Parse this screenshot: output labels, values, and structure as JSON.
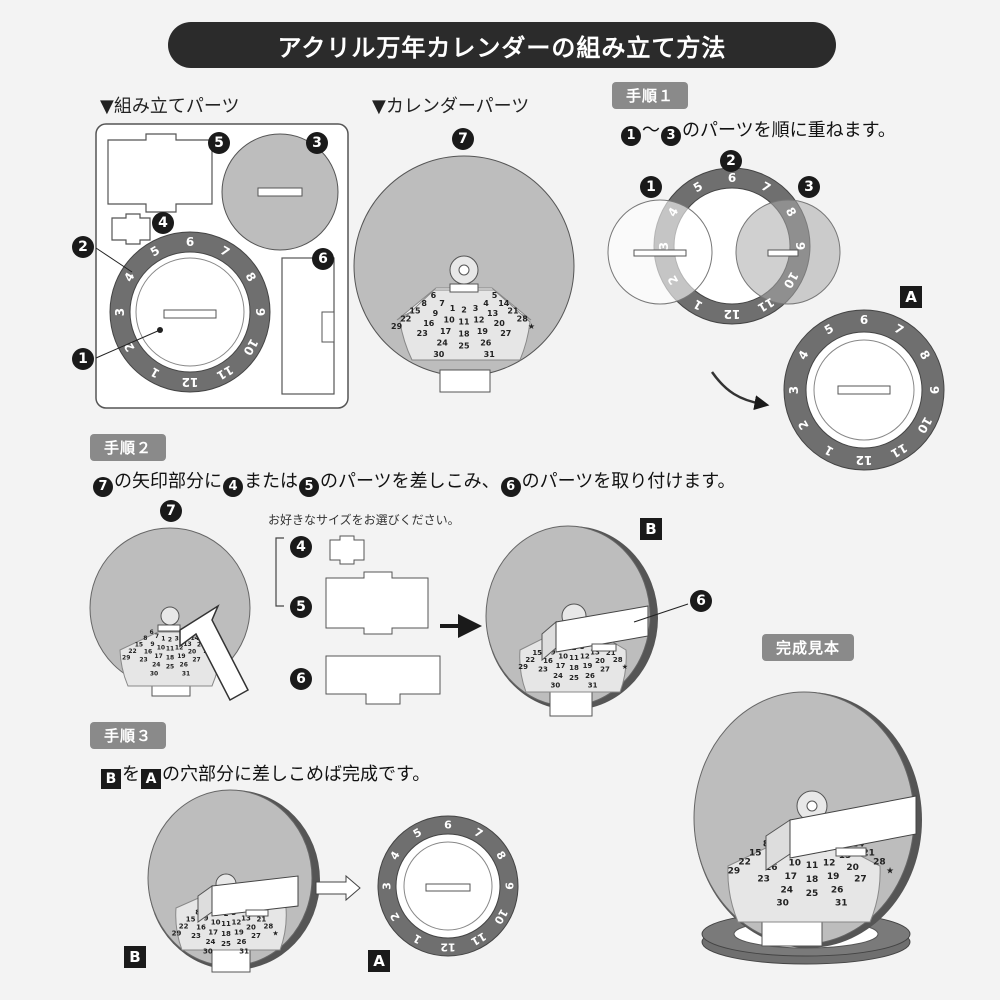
{
  "title": "アクリル万年カレンダーの組み立て方法",
  "sections": {
    "assembly_parts": "▼組み立てパーツ",
    "calendar_parts": "▼カレンダーパーツ"
  },
  "steps": {
    "step1": {
      "label": "手順１",
      "text_suffix": "のパーツを順に重ねます。",
      "range_sep": "〜"
    },
    "step2": {
      "label": "手順２",
      "t1": "の矢印部分に",
      "t2": "または",
      "t3": "のパーツを差しこみ、",
      "t4": "のパーツを取り付けます。",
      "note": "お好きなサイズをお選びください。"
    },
    "step3": {
      "label": "手順３",
      "t1": "を",
      "t2": "の穴部分に差しこめば完成です。"
    }
  },
  "completed_label": "完成見本",
  "markers": {
    "n1": "1",
    "n2": "2",
    "n3": "3",
    "n4": "4",
    "n5": "5",
    "n6": "6",
    "n7": "7",
    "A": "A",
    "B": "B"
  },
  "dial_numbers": [
    "1",
    "2",
    "3",
    "4",
    "5",
    "6",
    "7",
    "8",
    "9",
    "10",
    "11",
    "12"
  ],
  "calendar_days": [
    "6",
    "7",
    "1",
    "2",
    "3",
    "4",
    "5",
    "8",
    "9",
    "10",
    "11",
    "12",
    "13",
    "14",
    "15",
    "16",
    "17",
    "18",
    "19",
    "20",
    "21",
    "22",
    "23",
    "24",
    "25",
    "26",
    "27",
    "28",
    "29",
    "30",
    "31",
    "★"
  ],
  "colors": {
    "dark": "#1a1a1a",
    "disc": "#bdbdbd",
    "ring": "#6f6f6f",
    "pill": "#8a8a8a",
    "bg": "#f3f3f3"
  }
}
